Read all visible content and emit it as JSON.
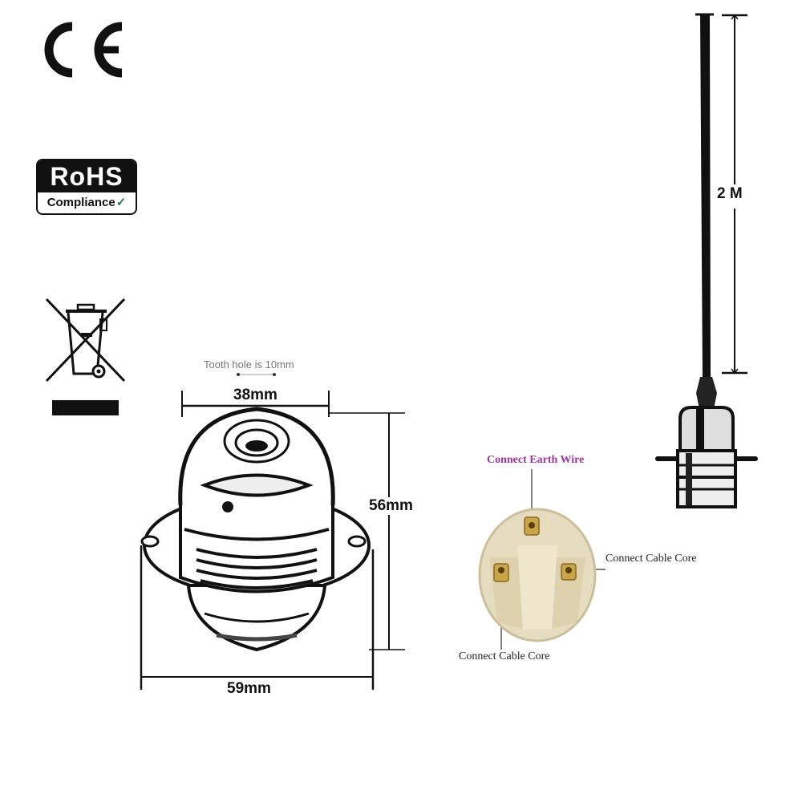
{
  "certifications": {
    "ce": "CE",
    "rohs": {
      "title": "RoHS",
      "subtitle": "Compliance",
      "check": "✓"
    },
    "weee": "crossed-out-wheelie-bin"
  },
  "socket_diagram": {
    "tooth_hole": "Tooth hole is 10mm",
    "top_width": "38mm",
    "height": "56mm",
    "bottom_width": "59mm"
  },
  "wiring": {
    "earth": "Connect Earth Wire",
    "core_right": "Connect Cable Core",
    "core_left": "Connect Cable Core"
  },
  "pendant": {
    "cable_length": "2 M"
  },
  "colors": {
    "earth_label": "#a0359d",
    "ceramic": "#e6dcbf",
    "brass": "#c9a54a"
  }
}
